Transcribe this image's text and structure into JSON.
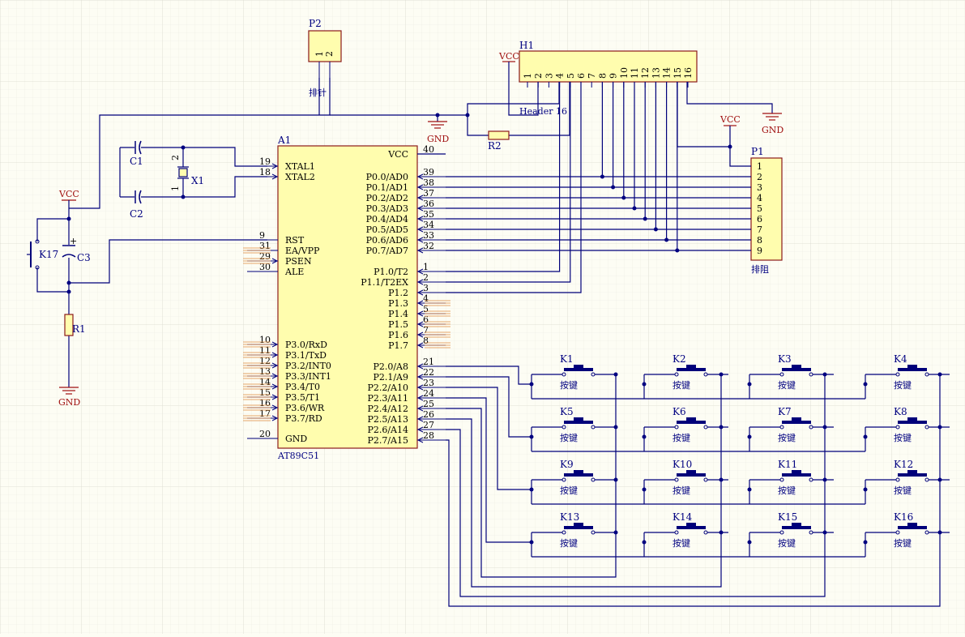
{
  "colors": {
    "background": "#fdfdf4",
    "grid": "#e9e9df",
    "wire": "#00007a",
    "body": "#fffdae",
    "body_border": "#8b1a1a",
    "power": "#a01010"
  },
  "power": {
    "vcc": "VCC",
    "gnd": "GND"
  },
  "mcu": {
    "designator": "A1",
    "part": "AT89C51",
    "left_pins": [
      {
        "num": "19",
        "name": "XTAL1"
      },
      {
        "num": "18",
        "name": "XTAL2"
      },
      {
        "num": "9",
        "name": "RST"
      },
      {
        "num": "31",
        "name": "EA/VPP"
      },
      {
        "num": "29",
        "name": "PSEN"
      },
      {
        "num": "30",
        "name": "ALE"
      },
      {
        "num": "10",
        "name": "P3.0/RxD"
      },
      {
        "num": "11",
        "name": "P3.1/TxD"
      },
      {
        "num": "12",
        "name": "P3.2/INT0"
      },
      {
        "num": "13",
        "name": "P3.3/INT1"
      },
      {
        "num": "14",
        "name": "P3.4/T0"
      },
      {
        "num": "15",
        "name": "P3.5/T1"
      },
      {
        "num": "16",
        "name": "P3.6/WR"
      },
      {
        "num": "17",
        "name": "P3.7/RD"
      },
      {
        "num": "20",
        "name": "GND"
      }
    ],
    "right_pins": [
      {
        "num": "40",
        "name": "VCC"
      },
      {
        "num": "39",
        "name": "P0.0/AD0"
      },
      {
        "num": "38",
        "name": "P0.1/AD1"
      },
      {
        "num": "37",
        "name": "P0.2/AD2"
      },
      {
        "num": "36",
        "name": "P0.3/AD3"
      },
      {
        "num": "35",
        "name": "P0.4/AD4"
      },
      {
        "num": "34",
        "name": "P0.5/AD5"
      },
      {
        "num": "33",
        "name": "P0.6/AD6"
      },
      {
        "num": "32",
        "name": "P0.7/AD7"
      },
      {
        "num": "1",
        "name": "P1.0/T2"
      },
      {
        "num": "2",
        "name": "P1.1/T2EX"
      },
      {
        "num": "3",
        "name": "P1.2"
      },
      {
        "num": "4",
        "name": "P1.3"
      },
      {
        "num": "5",
        "name": "P1.4"
      },
      {
        "num": "6",
        "name": "P1.5"
      },
      {
        "num": "7",
        "name": "P1.6"
      },
      {
        "num": "8",
        "name": "P1.7"
      },
      {
        "num": "21",
        "name": "P2.0/A8"
      },
      {
        "num": "22",
        "name": "P2.1/A9"
      },
      {
        "num": "23",
        "name": "P2.2/A10"
      },
      {
        "num": "24",
        "name": "P2.3/A11"
      },
      {
        "num": "25",
        "name": "P2.4/A12"
      },
      {
        "num": "26",
        "name": "P2.5/A13"
      },
      {
        "num": "27",
        "name": "P2.6/A14"
      },
      {
        "num": "28",
        "name": "P2.7/A15"
      }
    ]
  },
  "p2": {
    "designator": "P2",
    "pins": [
      "1",
      "2"
    ],
    "comment": "排针"
  },
  "h1": {
    "designator": "H1",
    "comment": "Header 16",
    "pins": [
      "1",
      "2",
      "3",
      "4",
      "5",
      "6",
      "7",
      "8",
      "9",
      "10",
      "11",
      "12",
      "13",
      "14",
      "15",
      "16"
    ]
  },
  "p1": {
    "designator": "P1",
    "comment": "排阻",
    "pins": [
      "1",
      "2",
      "3",
      "4",
      "5",
      "6",
      "7",
      "8",
      "9"
    ]
  },
  "passives": {
    "c1": "C1",
    "c2": "C2",
    "x1": "X1",
    "x1_pin1": "1",
    "x1_pin2": "2",
    "c3": "C3",
    "r1": "R1",
    "r2": "R2",
    "k17": "K17"
  },
  "keys": {
    "comment": "按键",
    "labels": [
      "K1",
      "K2",
      "K3",
      "K4",
      "K5",
      "K6",
      "K7",
      "K8",
      "K9",
      "K10",
      "K11",
      "K12",
      "K13",
      "K14",
      "K15",
      "K16"
    ]
  }
}
